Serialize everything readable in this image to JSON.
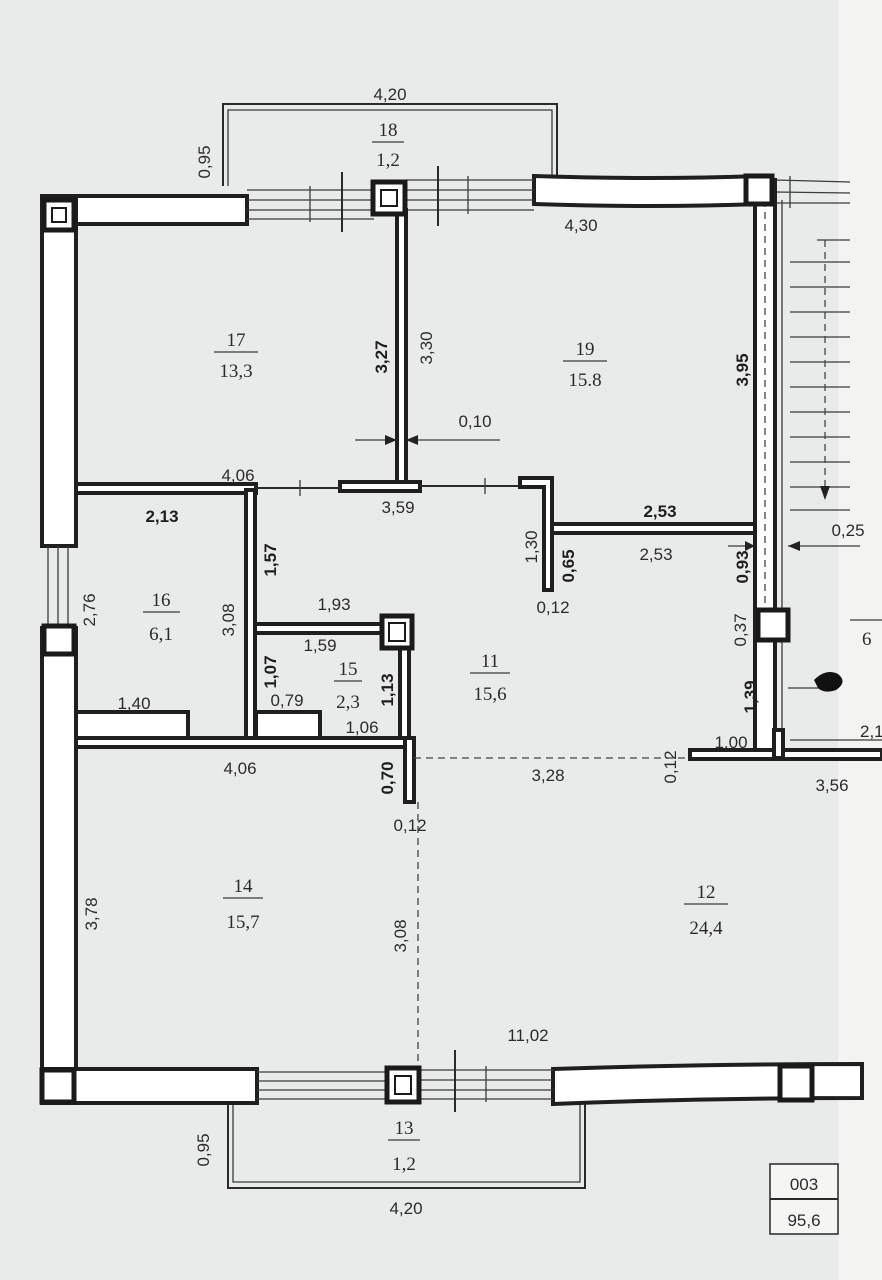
{
  "rooms": [
    {
      "id": "17",
      "area": "13,3"
    },
    {
      "id": "19",
      "area": "15.8"
    },
    {
      "id": "16",
      "area": "6,1"
    },
    {
      "id": "15",
      "area": "2,3"
    },
    {
      "id": "11",
      "area": "15,6"
    },
    {
      "id": "14",
      "area": "15,7"
    },
    {
      "id": "12",
      "area": "24,4"
    },
    {
      "id": "18",
      "area": "1,2"
    },
    {
      "id": "13",
      "area": "1,2"
    },
    {
      "id": "6",
      "area": ""
    }
  ],
  "dims": {
    "balcony_top_w": "4,20",
    "balcony_top_d": "0,95",
    "top_right_w": "4,30",
    "r17_v1": "3,27",
    "r17_v2": "3,30",
    "wall_t": "0,10",
    "r19_v": "3,95",
    "r17_w": "4,06",
    "r16_w": "2,13",
    "corr_w": "3,59",
    "r19_w": "2,53",
    "r11_w": "2,53",
    "r11_v1": "1,30",
    "r11_v2": "0,65",
    "r11_t": "0,12",
    "stair_h": "0,25",
    "stair_v1": "0,93",
    "stair_v2": "0,37",
    "stair_v3": "1,39",
    "r16_side": "2,76",
    "r16_v": "3,08",
    "r16_v2": "1,57",
    "r15_w": "1,93",
    "r15_w2": "1,59",
    "r15_v": "1,07",
    "r15_t": "0,79",
    "r15_v2": "1,13",
    "r16_bot": "1,40",
    "r15_bot": "1,06",
    "r14_w": "4,06",
    "r14_v": "0,70",
    "r14_t": "0,12",
    "r12_w": "3,28",
    "r12_t": "0,12",
    "r12_door": "1,00",
    "right_w": "3,56",
    "r14_side": "3,78",
    "r14_v2": "3,08",
    "total_w": "11,02",
    "balcony_bot_d": "0,95",
    "balcony_bot_w": "4,20",
    "cut_right": "2,1"
  },
  "plan_block": {
    "number": "003",
    "total_area": "95,6"
  }
}
